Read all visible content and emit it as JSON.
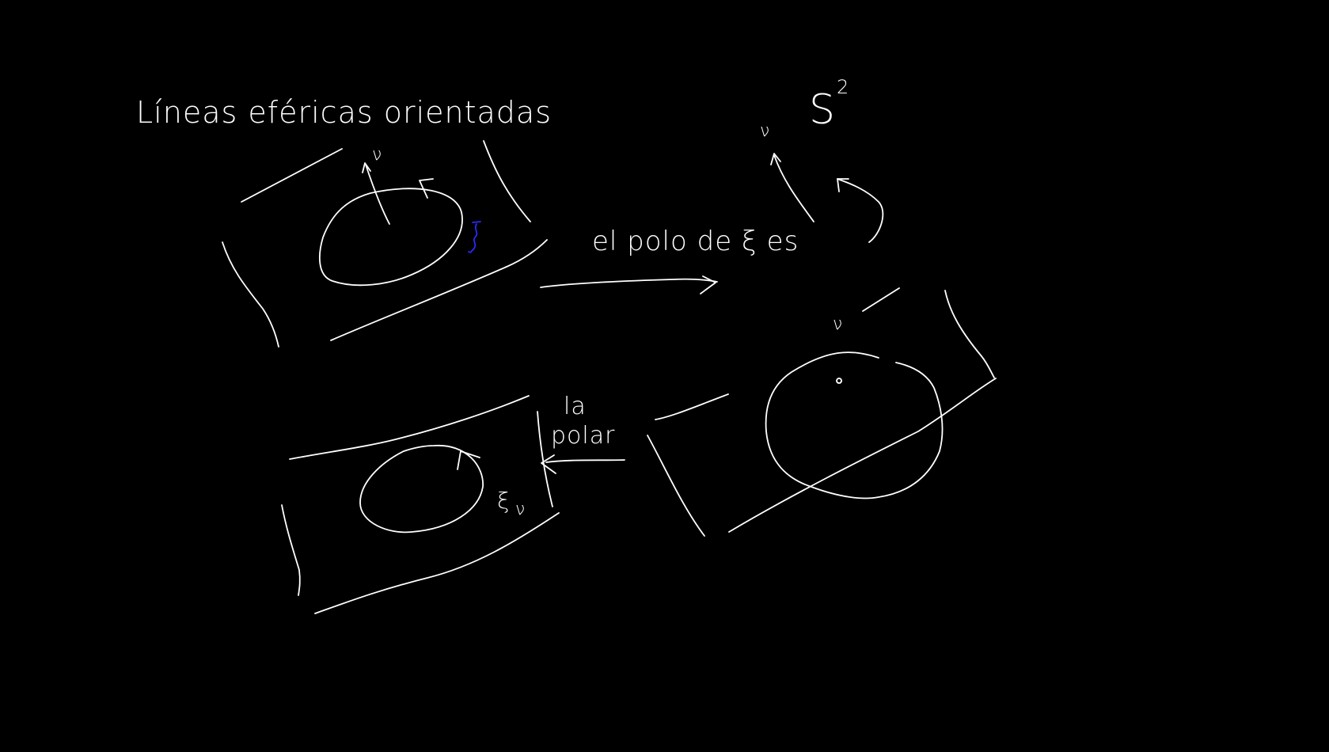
{
  "colors": {
    "background": "#000000",
    "ink": "#ffffff",
    "accent": "#2a2aff"
  },
  "texts": {
    "title": "Líneas eféricas orientadas",
    "sphere_label": "S",
    "sphere_exponent": "2",
    "pole_statement": "el polo de ξ es",
    "nu_top": "ν",
    "nu_upper_left": "ν",
    "nu_sphere": "ν",
    "xi_blue": "ξ",
    "polar_label_la": "la",
    "polar_label_polar": "polar",
    "xi_nu_xi": "ξ",
    "xi_nu_nu": "ν"
  }
}
